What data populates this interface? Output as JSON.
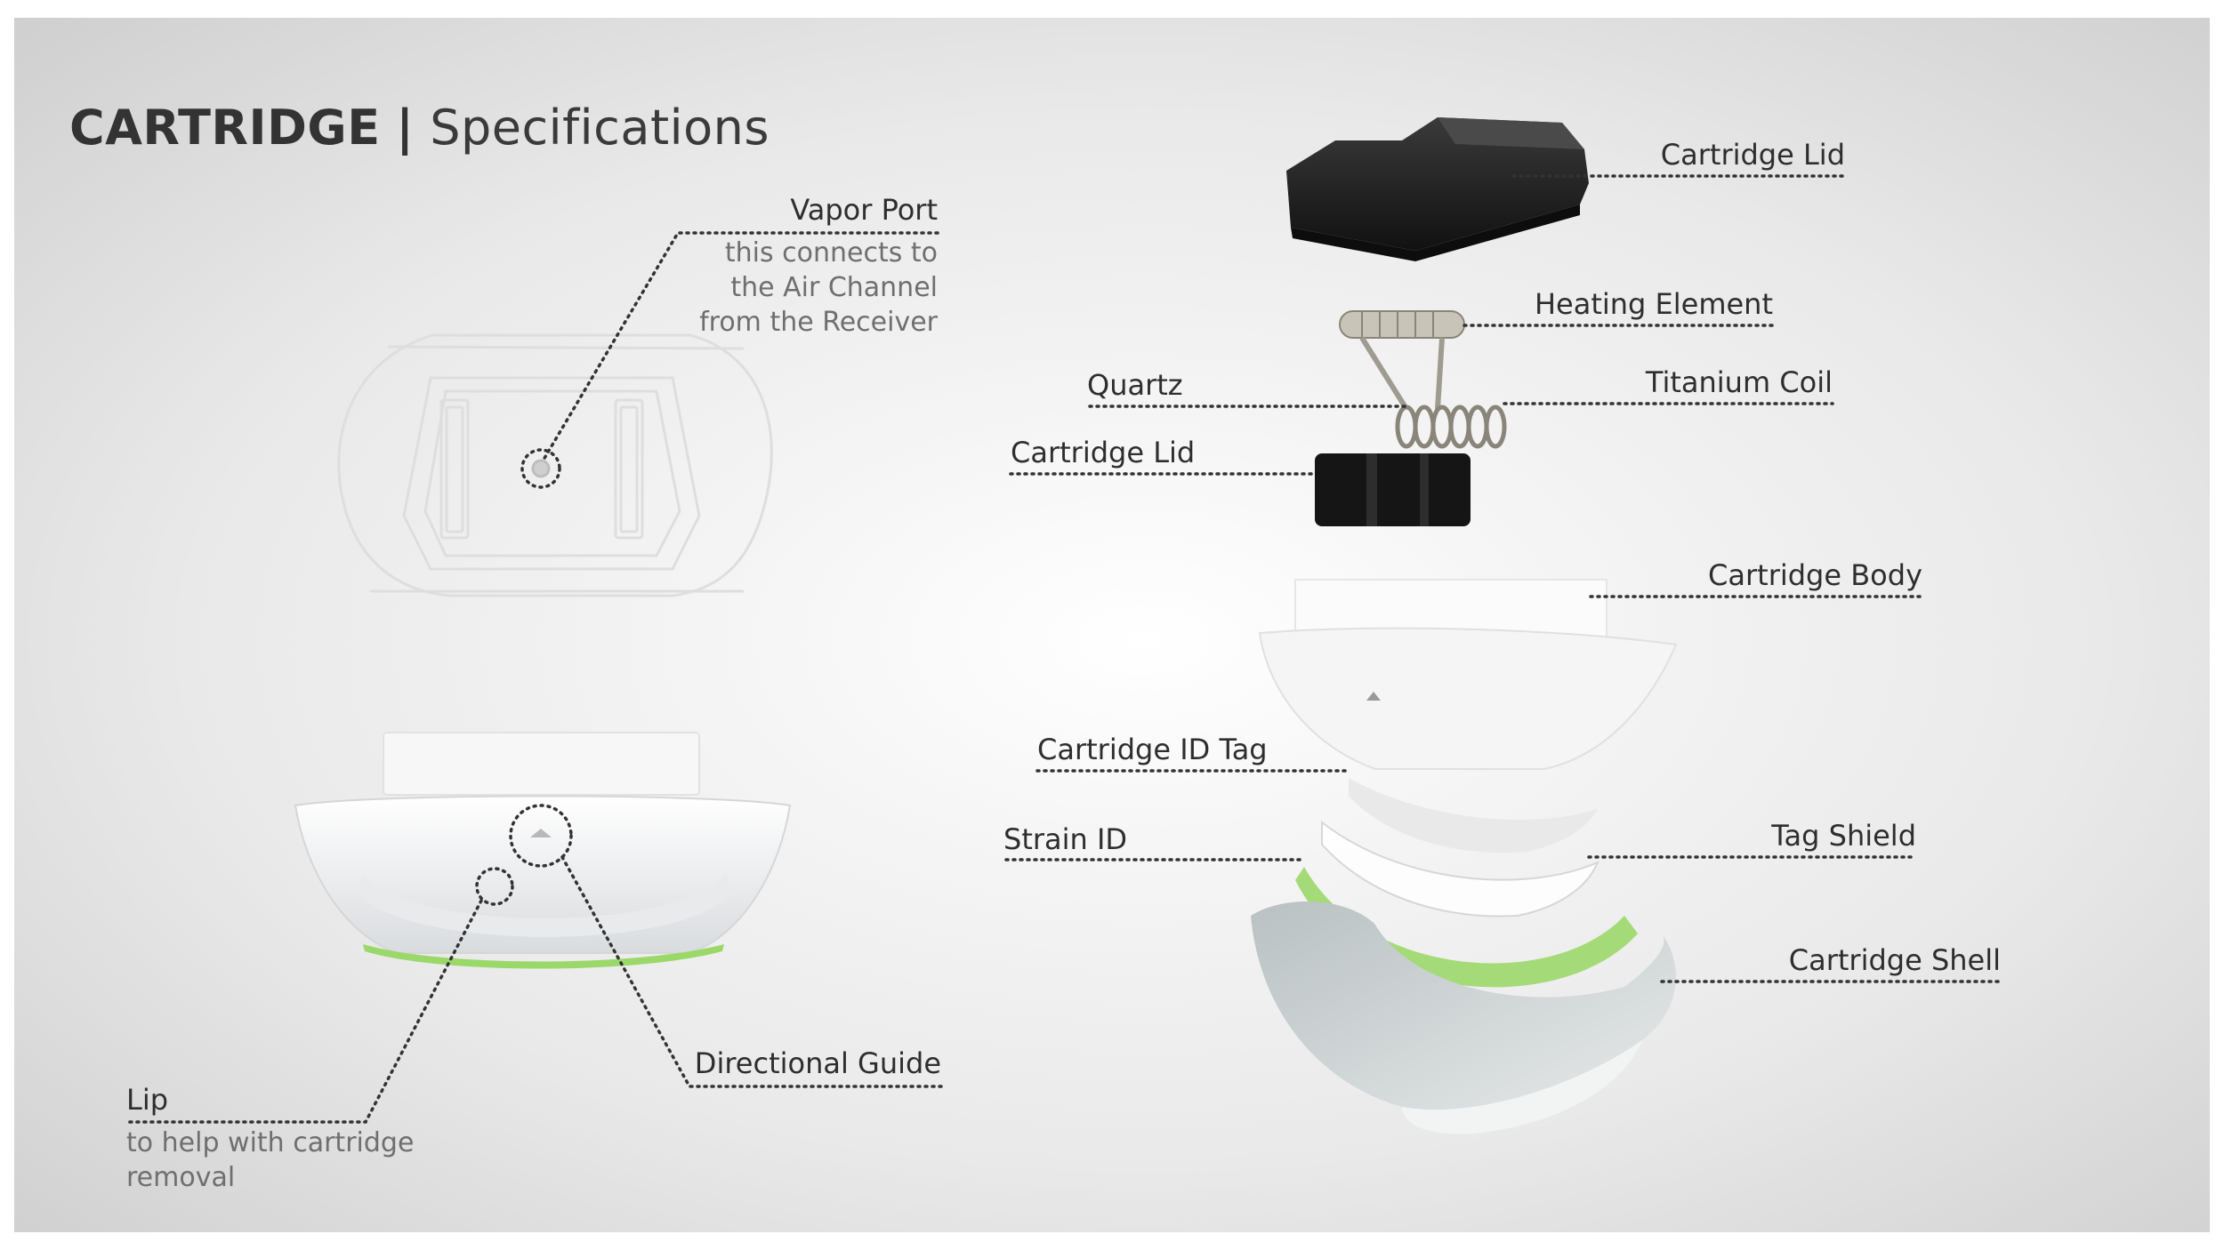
{
  "title": {
    "strong": "CARTRIDGE",
    "separator": "|",
    "light": "Specifications"
  },
  "callouts": {
    "vapor_port": {
      "label": "Vapor Port",
      "description": [
        "this connects to",
        "the Air Channel",
        "from the Receiver"
      ]
    },
    "directional_guide": {
      "label": "Directional Guide"
    },
    "lip": {
      "label": "Lip",
      "description": [
        "to help with cartridge",
        "removal"
      ]
    },
    "cartridge_lid_top": {
      "label": "Cartridge Lid"
    },
    "heating_element": {
      "label": "Heating Element"
    },
    "quartz": {
      "label": "Quartz"
    },
    "titanium_coil": {
      "label": "Titanium Coil"
    },
    "cartridge_lid_lower": {
      "label": "Cartridge Lid"
    },
    "cartridge_body": {
      "label": "Cartridge Body"
    },
    "cartridge_id_tag": {
      "label": "Cartridge ID Tag"
    },
    "strain_id": {
      "label": "Strain ID"
    },
    "tag_shield": {
      "label": "Tag Shield"
    },
    "cartridge_shell": {
      "label": "Cartridge Shell"
    }
  },
  "colors": {
    "accent_green": "#9bd86a",
    "lid_black": "#1c1c1c",
    "leader_dots": "#333333",
    "label_text": "#2e2e2e"
  }
}
